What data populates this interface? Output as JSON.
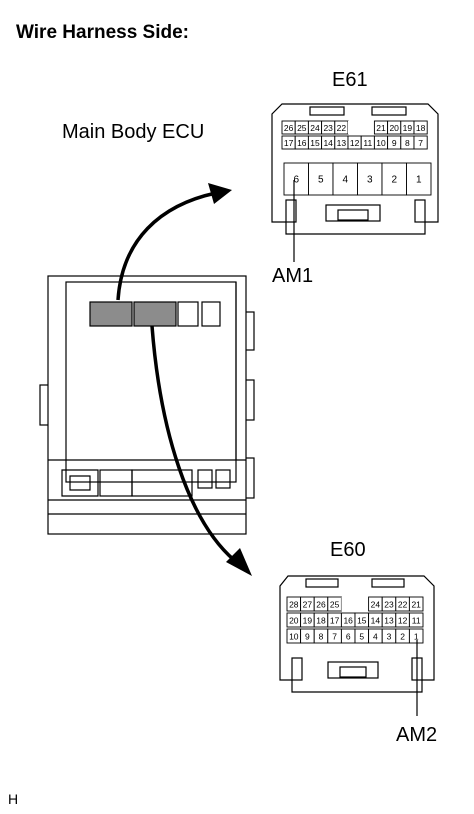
{
  "title": "Wire Harness Side:",
  "ecu_label": "Main Body ECU",
  "connector_e61": {
    "name": "E61",
    "top_row": [
      "26",
      "25",
      "24",
      "23",
      "22",
      "",
      "",
      "21",
      "20",
      "19",
      "18"
    ],
    "mid_row": [
      "17",
      "16",
      "15",
      "14",
      "13",
      "12",
      "11",
      "10",
      "9",
      "8",
      "7"
    ],
    "big_row": [
      "6",
      "5",
      "4",
      "3",
      "2",
      "1"
    ],
    "terminal_callout": "AM1"
  },
  "connector_e60": {
    "name": "E60",
    "row1": [
      "28",
      "27",
      "26",
      "25",
      "",
      "",
      "24",
      "23",
      "22",
      "21"
    ],
    "row2": [
      "20",
      "19",
      "18",
      "17",
      "16",
      "15",
      "14",
      "13",
      "12",
      "11"
    ],
    "row3": [
      "10",
      "9",
      "8",
      "7",
      "6",
      "5",
      "4",
      "3",
      "2",
      "1"
    ],
    "terminal_callout": "AM2"
  },
  "footer_code": "H"
}
